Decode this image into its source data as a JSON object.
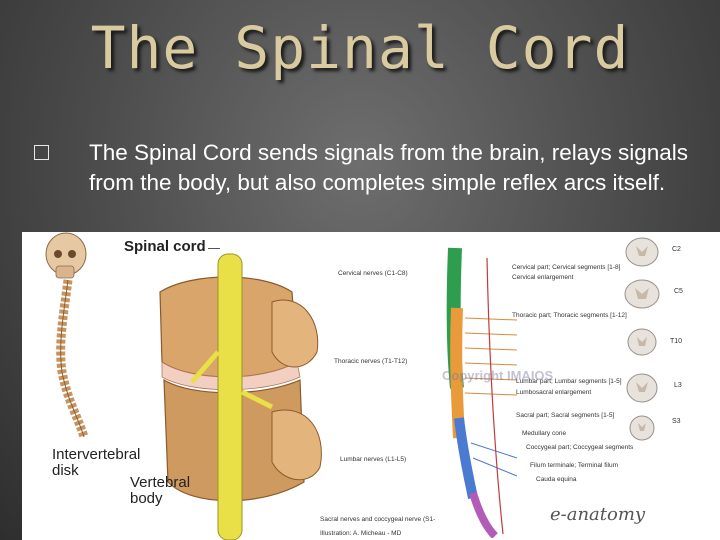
{
  "slide": {
    "title": "The Spinal Cord",
    "bullet": "The Spinal Cord sends signals from the brain, relays signals from the body, but also completes simple reflex arcs itself."
  },
  "figure": {
    "labels": {
      "spinal_cord": "Spinal cord",
      "intervertebral": "Intervertebral",
      "disk": "disk",
      "vertebral": "Vertebral",
      "body": "body"
    },
    "left_annotations": [
      "Cervical nerves (C1-C8)",
      "Thoracic nerves (T1-T12)",
      "Lumbar nerves (L1-L5)",
      "Sacral nerves and coccygeal nerve (S1-"
    ],
    "right_annotations": [
      "Cervical part; Cervical segments [1-8]",
      "Cervical enlargement",
      "Thoracic part; Thoracic segments [1-12]",
      "Lumbar part; Lumbar segments [1-5]",
      "Lumbosacral enlargement",
      "Sacral part; Sacral segments [1-5]",
      "Medullary cone",
      "Coccygeal part; Coccygeal segments",
      "Filum terminale; Terminal filum",
      "Cauda equina"
    ],
    "section_labels": [
      "C2",
      "C5",
      "T10",
      "L3",
      "S3"
    ],
    "credit": "Illustration: A. Micheau - MD",
    "watermark": "Copyright IMAIOS",
    "logo": "e-anatomy"
  },
  "colors": {
    "title": "#d9caa0",
    "bone": "#d9a56a",
    "cord": "#e8e046",
    "cervical": "#2e9e4e",
    "thoracic": "#e99a3b",
    "lumbar": "#4a7bd1",
    "sacral": "#b25bb8"
  }
}
